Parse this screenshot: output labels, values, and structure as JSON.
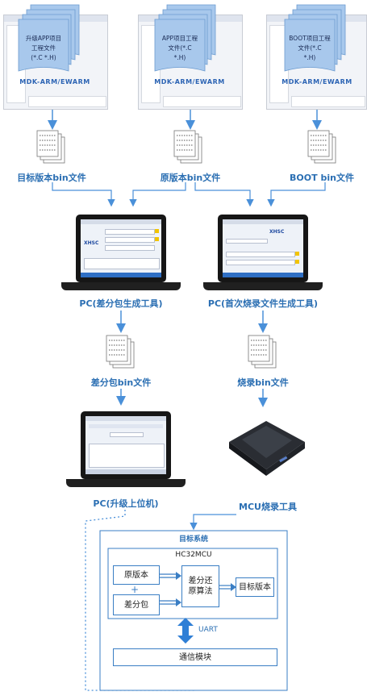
{
  "sources": [
    {
      "doc_lines": [
        "升级APP项目",
        "工程文件",
        "(*.C *.H)"
      ],
      "ide": "MDK-ARM/EWARM"
    },
    {
      "doc_lines": [
        "APP项目工程",
        "文件(*.C",
        "*.H)"
      ],
      "ide": "MDK-ARM/EWARM"
    },
    {
      "doc_lines": [
        "BOOT项目工程",
        "文件(*.C",
        "*.H)"
      ],
      "ide": "MDK-ARM/EWARM"
    }
  ],
  "bin_files": {
    "target": "目标版本bin文件",
    "original": "原版本bin文件",
    "boot": "BOOT bin文件",
    "diff": "差分包bin文件",
    "burn": "烧录bin文件"
  },
  "pcs": {
    "diff_tool": "PC(差分包生成工具)",
    "first_burn_tool": "PC(首次烧录文件生成工具)",
    "upper": "PC(升级上位机)"
  },
  "mcu_tool": "MCU烧录工具",
  "target_system": {
    "title": "目标系统",
    "mcu": "HC32MCU",
    "original_version": "原版本",
    "plus": "+",
    "diff_package": "差分包",
    "algorithm": [
      "差分还",
      "原算法"
    ],
    "target_version": "目标版本",
    "uart": "UART",
    "comm_module": "通信模块"
  },
  "screen": {
    "logo": "XHSC"
  },
  "colors": {
    "accent": "#2b6fb3",
    "arrow": "#4a90d9",
    "box_border": "#3a7ec4",
    "doc_fill": "#a8c8ec"
  }
}
